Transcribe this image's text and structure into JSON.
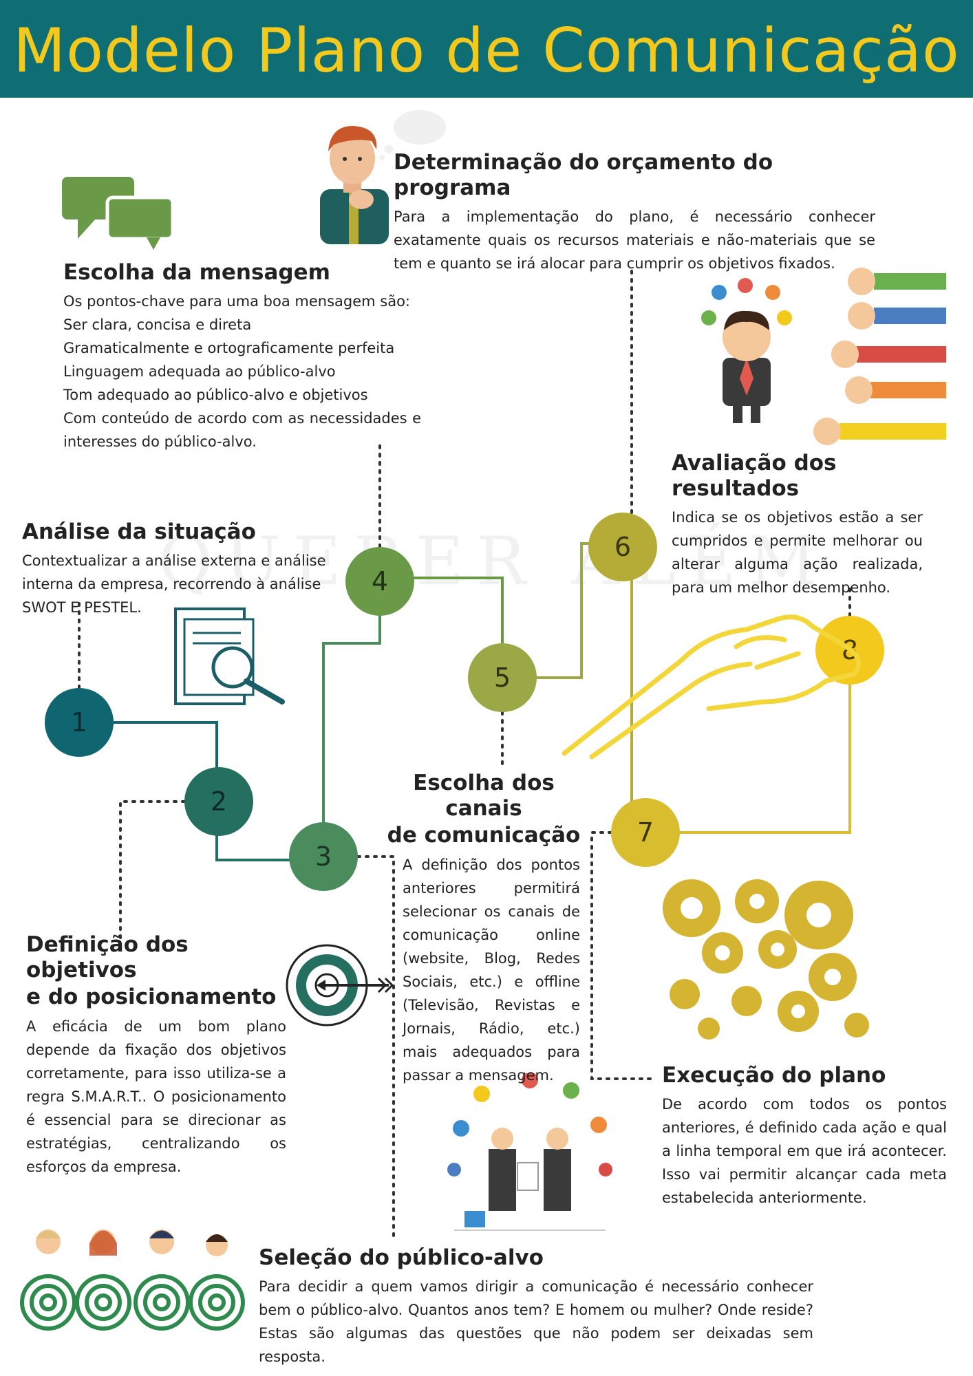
{
  "title": "Modelo Plano de Comunicação",
  "watermark": "QUERER ALÉM",
  "sections": {
    "orcamento": {
      "title": "Determinação do orçamento do programa",
      "text": "Para a implementação do plano, é necessário conhecer exatamente quais os recursos materiais e não-materiais que se tem e quanto se irá alocar para cumprir os objetivos fixados."
    },
    "mensagem": {
      "title": "Escolha da mensagem",
      "lines": [
        "Os pontos-chave para uma boa mensagem são:",
        "Ser clara, concisa e direta",
        "Gramaticalmente e ortograficamente perfeita",
        "Linguagem adequada ao público-alvo",
        "Tom adequado ao público-alvo e objetivos",
        "Com conteúdo de acordo com as necessidades e interesses do público-alvo."
      ]
    },
    "avaliacao": {
      "title": "Avaliação dos resultados",
      "text": "Indica se os objetivos estão a ser cumpridos e permite melhorar ou alterar alguma ação realizada, para um melhor desempenho."
    },
    "analise": {
      "title": "Análise da situação",
      "text": "Contextualizar a análise externa e análise interna da empresa, recorrendo à análise SWOT E PESTEL."
    },
    "canais": {
      "title_line1": "Escolha dos canais",
      "title_line2": "de comunicação",
      "text": "A definição dos pontos anteriores permitirá selecionar os canais de comunicação online (website, Blog, Redes Sociais, etc.) e offline (Televisão, Revistas e Jornais, Rádio, etc.) mais adequados para passar a mensagem."
    },
    "objetivos": {
      "title_line1": "Definição dos objetivos",
      "title_line2": "e do posicionamento",
      "text": "A eficácia de um bom plano depende da fixação dos objetivos corretamente, para isso utiliza-se a regra S.M.A.R.T.. O posicionamento é essencial para se direcionar as estratégias, centralizando os esforços da empresa."
    },
    "execucao": {
      "title": "Execução do plano",
      "text": "De acordo com todos os pontos anteriores, é definido cada ação e qual a linha temporal em que irá acontecer. Isso vai permitir alcançar cada meta estabelecida anteriormente."
    },
    "publico": {
      "title": "Seleção do público-alvo",
      "text": "Para decidir a quem vamos dirigir a comunicação é necessário conhecer bem o público-alvo. Quantos anos tem? E homem ou mulher? Onde reside? Estas são algumas das questões que não podem ser deixadas sem resposta."
    }
  },
  "steps": [
    "1",
    "2",
    "3",
    "4",
    "5",
    "6",
    "7",
    "8"
  ],
  "colors": {
    "header_bg": "#0e6e74",
    "title": "#f2c91c",
    "step1": "#0f6570",
    "step2": "#256f60",
    "step3": "#4a8c5c",
    "step4": "#6a9a48",
    "step5": "#9aa845",
    "step6": "#b5ac38",
    "step7": "#d8bd2e",
    "step8": "#f2c91c"
  },
  "icons": [
    "chat-bubbles-icon",
    "thinking-man-icon",
    "businessman-ideas-icon",
    "thumbs-up-down-icon",
    "document-magnifier-icon",
    "target-arrow-icon",
    "gears-icon",
    "business-people-network-icon",
    "audience-targets-icon",
    "hand-icon"
  ]
}
